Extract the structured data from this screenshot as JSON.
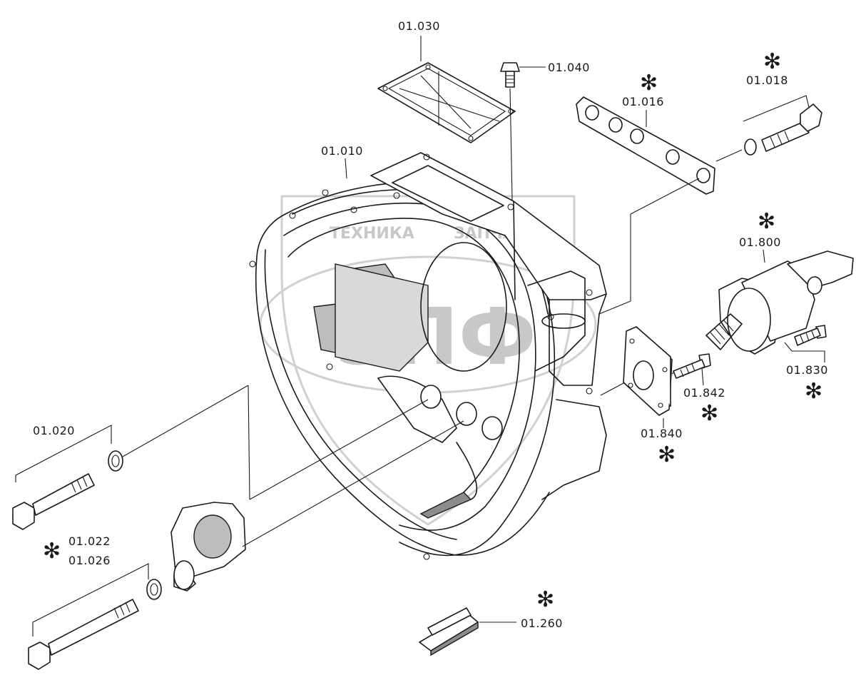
{
  "watermark": {
    "left_word": "ТЕХНИКА",
    "right_word": "ЗАПЧАСТИ",
    "logo_letters": "ЭПФ"
  },
  "callouts": {
    "c01030": "01.030",
    "c01040": "01.040",
    "c01016": "01.016",
    "c01018": "01.018",
    "c01010": "01.010",
    "c01800": "01.800",
    "c01830": "01.830",
    "c01842": "01.842",
    "c01840": "01.840",
    "c01020": "01.020",
    "c01022": "01.022",
    "c01026": "01.026",
    "c01260": "01.260"
  },
  "asterisk": "✻",
  "colors": {
    "line": "#1a1a1a",
    "shade": "#bdbdbd",
    "watermark": "#d0d0d0"
  }
}
